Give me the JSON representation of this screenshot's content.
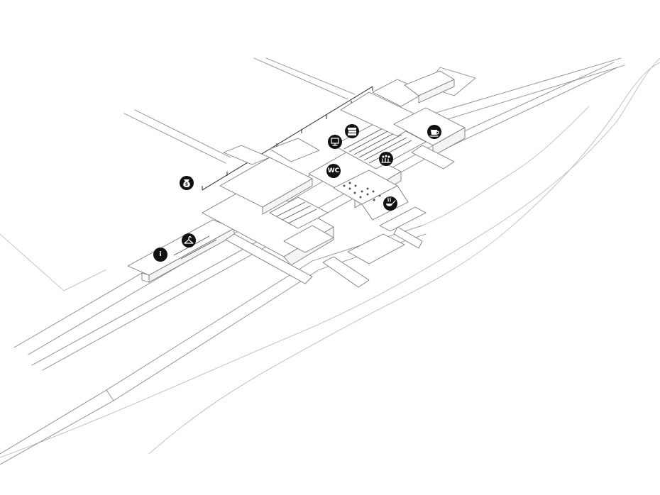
{
  "diagram": {
    "type": "axonometric site plan",
    "line_color": "#8a8a8a",
    "marker_color": "#111111"
  },
  "markers": [
    {
      "id": "info",
      "icon": "info-icon",
      "label": "i"
    },
    {
      "id": "cloakroom",
      "icon": "coat-hanger-icon",
      "label": ""
    },
    {
      "id": "money",
      "icon": "money-bag-icon",
      "label": ""
    },
    {
      "id": "screen",
      "icon": "monitor-icon",
      "label": ""
    },
    {
      "id": "library",
      "icon": "books-icon",
      "label": ""
    },
    {
      "id": "toilets",
      "icon": "wc-icon",
      "label": "WC"
    },
    {
      "id": "audience",
      "icon": "audience-icon",
      "label": ""
    },
    {
      "id": "cafe",
      "icon": "coffee-cup-icon",
      "label": ""
    },
    {
      "id": "kitchen",
      "icon": "cooking-pan-icon",
      "label": ""
    }
  ]
}
